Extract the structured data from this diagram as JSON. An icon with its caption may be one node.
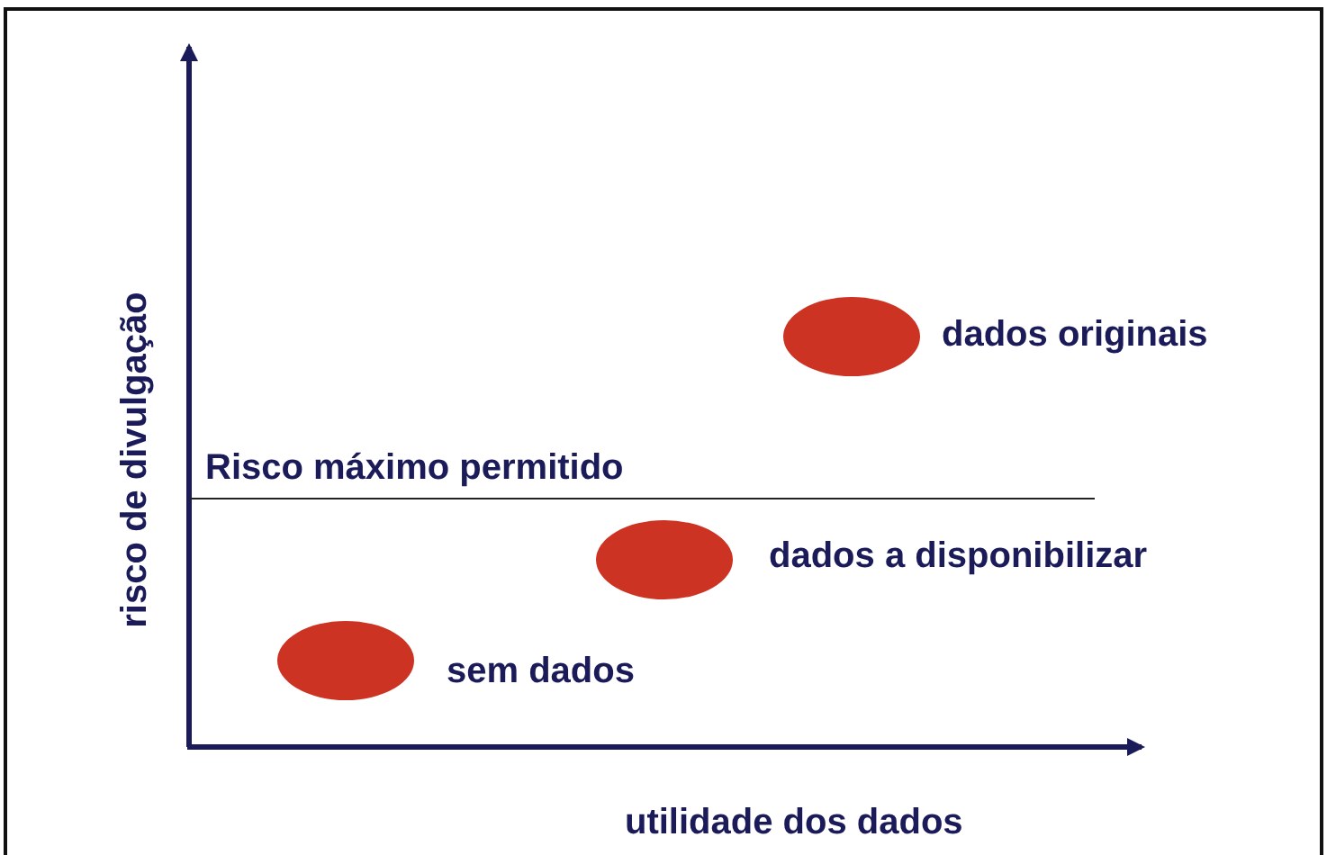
{
  "diagram": {
    "nodes": [
      {
        "text": [],
        "shape": "circle",
        "beside": [
          "dados originais"
        ]
      },
      {
        "text": [],
        "shape": "circle",
        "beside": [
          "dados a disponibilizar"
        ]
      },
      {
        "text": [],
        "shape": "circle",
        "beside": [
          "sem dados"
        ]
      }
    ],
    "labels": [
      "risco de divulgação",
      "Risco máximo permitido",
      "utilidade dos dados"
    ]
  }
}
